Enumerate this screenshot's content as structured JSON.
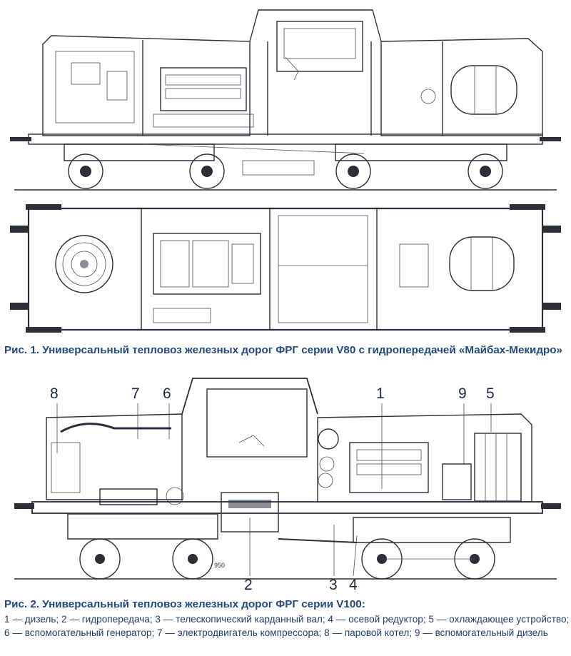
{
  "figure1": {
    "caption": "Рис. 1. Универсальный тепловоз железных дорог ФРГ серии V80 с гидропередачей «Майбах-Мекидро»"
  },
  "figure2": {
    "caption": "Рис. 2. Универсальный тепловоз железных дорог ФРГ серии V100:",
    "legend": "1 — дизель; 2 — гидропередача; 3 — телескопический карданный вал; 4 — осевой редуктор; 5 — охлаждающее устройство; 6 — вспомогательный генератор; 7 — электродвигатель компрессора; 8 — паровой котел; 9 — вспомогательный дизель",
    "callouts": {
      "c1": "1",
      "c2": "2",
      "c3": "3",
      "c4": "4",
      "c5": "5",
      "c6": "6",
      "c7": "7",
      "c8": "8",
      "c9": "9"
    },
    "dimension_note": "950"
  }
}
